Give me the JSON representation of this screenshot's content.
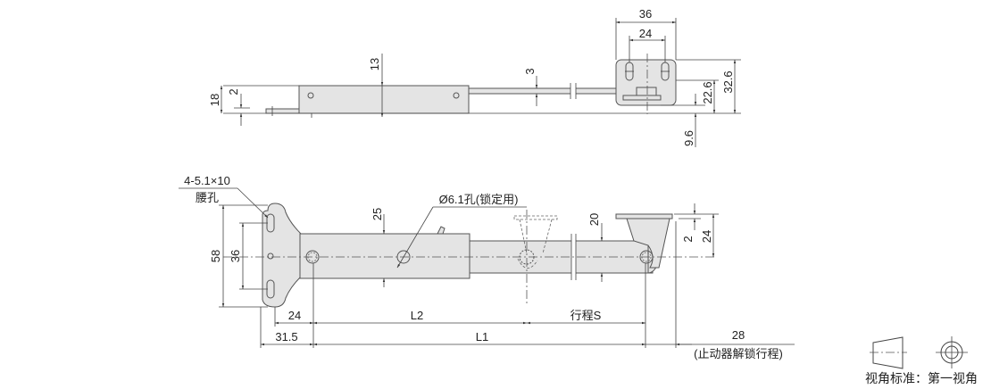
{
  "top_view": {
    "dim_36": "36",
    "dim_24": "24",
    "dim_13": "13",
    "dim_3": "3",
    "dim_18": "18",
    "dim_2": "2",
    "dim_22_6": "22.6",
    "dim_32_6": "32.6",
    "dim_9_6": "9.6"
  },
  "front_view": {
    "slot_spec": "4-5.1×10",
    "slot_label": "腰孔",
    "lock_hole": "Ø6.1孔(锁定用)",
    "dim_25": "25",
    "dim_20": "20",
    "dim_2": "2",
    "dim_24_right": "24",
    "dim_58": "58",
    "dim_36": "36",
    "dim_24_bottom": "24",
    "l2": "L2",
    "stroke_s": "行程S",
    "dim_31_5": "31.5",
    "l1": "L1",
    "dim_28": "28",
    "release_stroke": "(止动器解锁行程)"
  },
  "projection": {
    "label": "视角标准：第一视角"
  }
}
